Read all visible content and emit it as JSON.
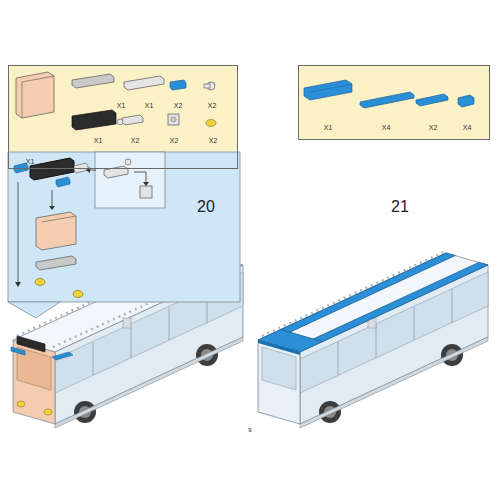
{
  "diagram": {
    "nodes": [
      {
        "text": [
          "X1",
          "X1",
          "X1",
          "X2",
          "X2",
          "X1",
          "X2",
          "X2",
          "X2"
        ]
      },
      {
        "text": [
          "X1",
          "X4",
          "X2",
          "X4"
        ]
      }
    ],
    "labels": [
      "20",
      "21",
      "9"
    ]
  }
}
